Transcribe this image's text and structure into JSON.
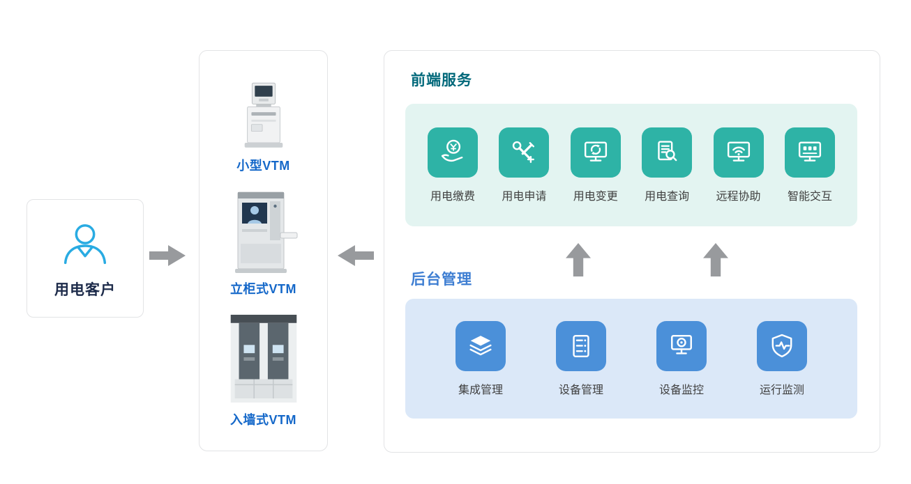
{
  "customer": {
    "label": "用电客户",
    "icon": "person-icon"
  },
  "vtm": {
    "items": [
      {
        "label": "小型VTM",
        "icon": "small-vtm-machine-image"
      },
      {
        "label": "立柜式VTM",
        "icon": "cabinet-vtm-machine-image"
      },
      {
        "label": "入墙式VTM",
        "icon": "wall-vtm-machine-image"
      }
    ]
  },
  "frontend": {
    "title": "前端服务",
    "items": [
      {
        "label": "用电缴费",
        "icon": "hand-coin-yen-icon"
      },
      {
        "label": "用电申请",
        "icon": "tools-plus-icon"
      },
      {
        "label": "用电变更",
        "icon": "monitor-refresh-icon"
      },
      {
        "label": "用电查询",
        "icon": "document-search-icon"
      },
      {
        "label": "远程协助",
        "icon": "monitor-wifi-icon"
      },
      {
        "label": "智能交互",
        "icon": "monitor-widgets-icon"
      }
    ]
  },
  "backend": {
    "title": "后台管理",
    "items": [
      {
        "label": "集成管理",
        "icon": "layers-icon"
      },
      {
        "label": "设备管理",
        "icon": "server-icon"
      },
      {
        "label": "设备监控",
        "icon": "monitor-camera-icon"
      },
      {
        "label": "运行监测",
        "icon": "shield-pulse-icon"
      }
    ]
  },
  "colors": {
    "frontend_accent": "#2eb3a6",
    "frontend_panel_bg": "#e3f4f1",
    "frontend_title": "#00687a",
    "backend_accent": "#4b90d9",
    "backend_panel_bg": "#dbe8f8",
    "backend_title": "#3e7ed2",
    "vtm_label": "#1568c9",
    "customer_label": "#1d2b4a",
    "person_icon": "#29abe2",
    "arrow": "#989a9d"
  }
}
